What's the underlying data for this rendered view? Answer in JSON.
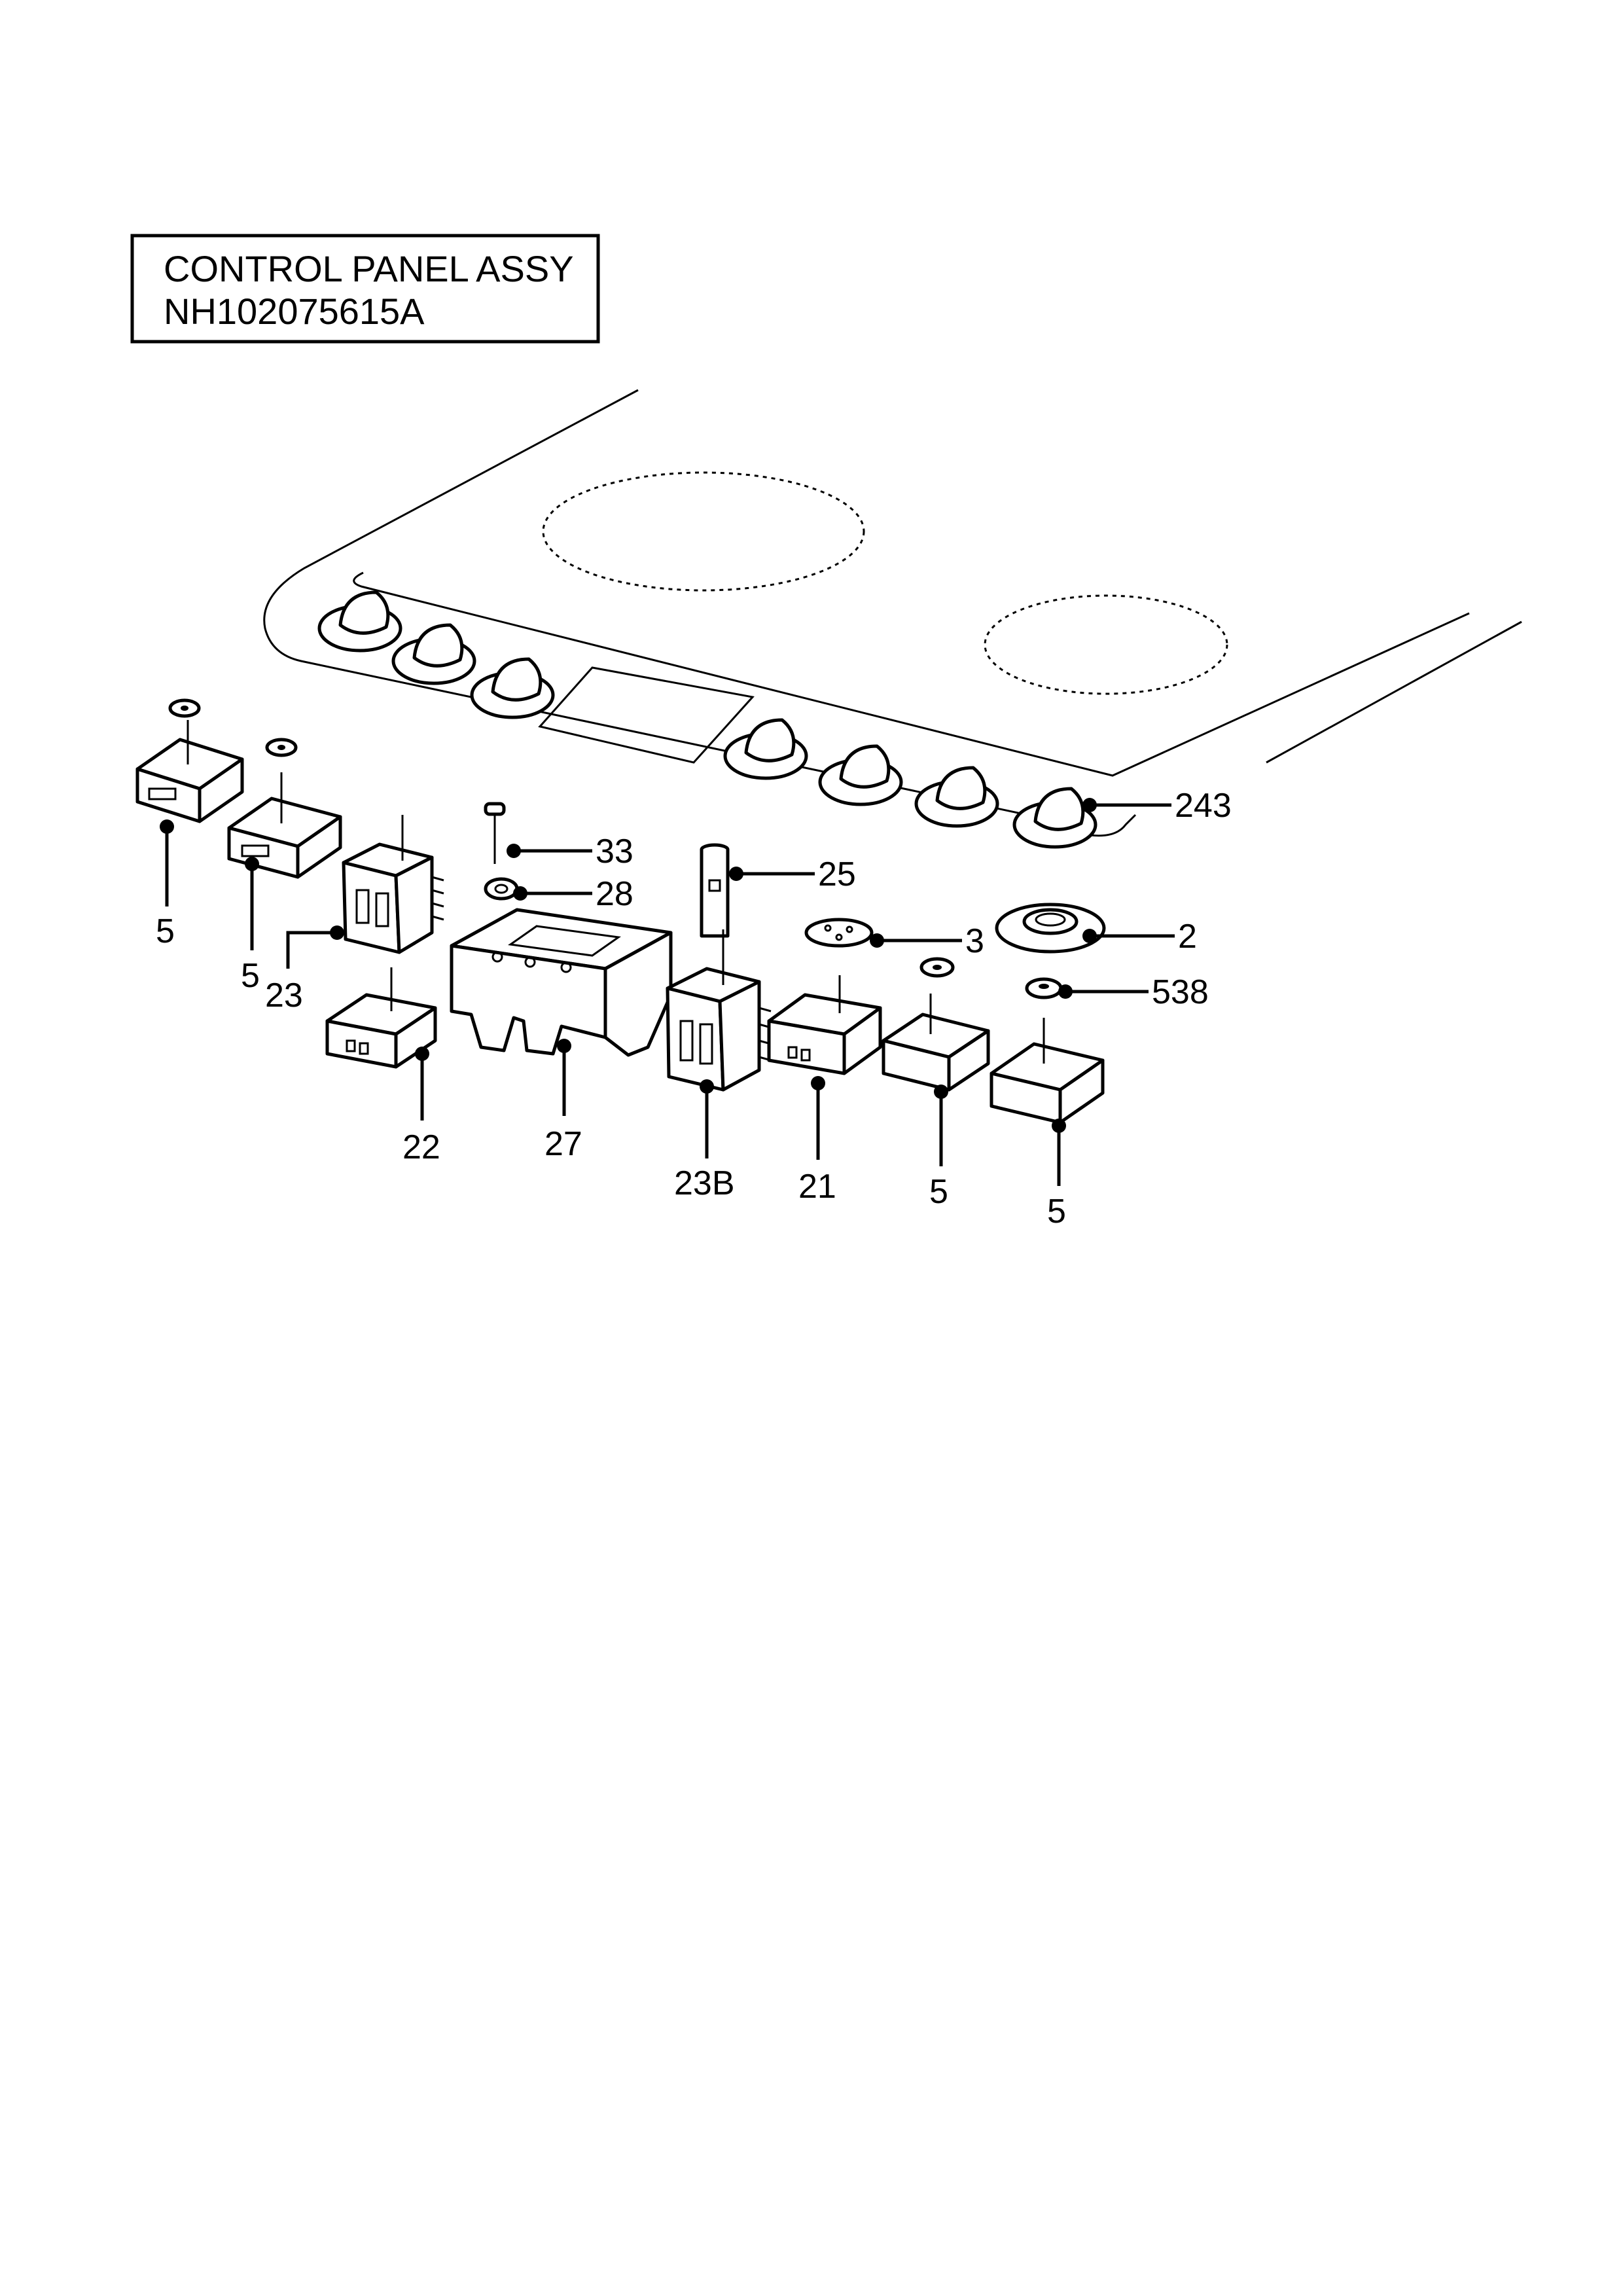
{
  "title_box": {
    "line1": "CONTROL PANEL ASSY",
    "line2": "NH102075615A"
  },
  "callouts": {
    "c243": "243",
    "c33": "33",
    "c28": "28",
    "c25": "25",
    "c3": "3",
    "c2": "2",
    "c538": "538",
    "c5a": "5",
    "c5b": "5",
    "c23": "23",
    "c22": "22",
    "c27": "27",
    "c23b": "23B",
    "c21": "21",
    "c5c": "5",
    "c5d": "5"
  }
}
